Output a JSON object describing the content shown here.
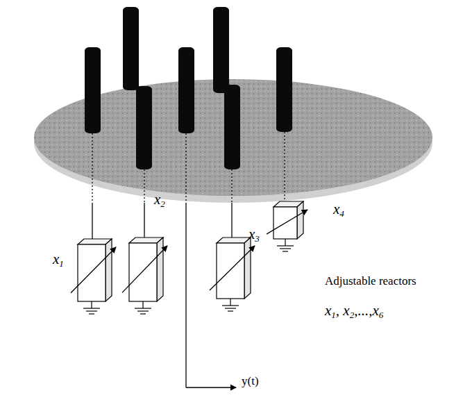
{
  "diagram": {
    "labels": [
      "x1",
      "x2",
      "x3",
      "x4",
      "Adjustable reactors",
      "x1, x2,...,x6",
      "y(t)"
    ]
  }
}
